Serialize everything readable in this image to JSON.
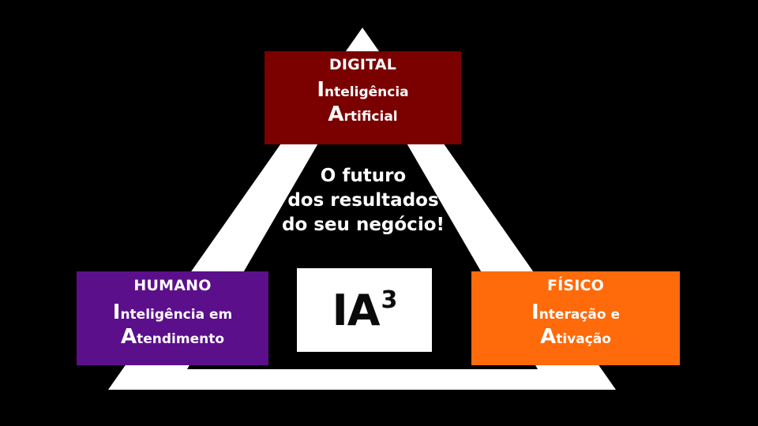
{
  "top_box": {
    "title": "DIGITAL",
    "line1_initial": "I",
    "line1_rest": "nteligência",
    "line2_initial": "A",
    "line2_rest": "rtificial",
    "color": "#7b0000"
  },
  "left_box": {
    "title": "HUMANO",
    "line1_initial": "I",
    "line1_rest": "nteligência em",
    "line2_initial": "A",
    "line2_rest": "tendimento",
    "color": "#5c0f8b"
  },
  "right_box": {
    "title": "FÍSICO",
    "line1_initial": "I",
    "line1_rest": "nteração e",
    "line2_initial": "A",
    "line2_rest": "tivação",
    "color": "#ff6a0a"
  },
  "center": {
    "line1": "O futuro",
    "line2": "dos resultados",
    "line3": "do seu negócio!"
  },
  "logo": {
    "text": "IA",
    "superscript": "3"
  },
  "triangle": {
    "color": "#ffffff"
  }
}
